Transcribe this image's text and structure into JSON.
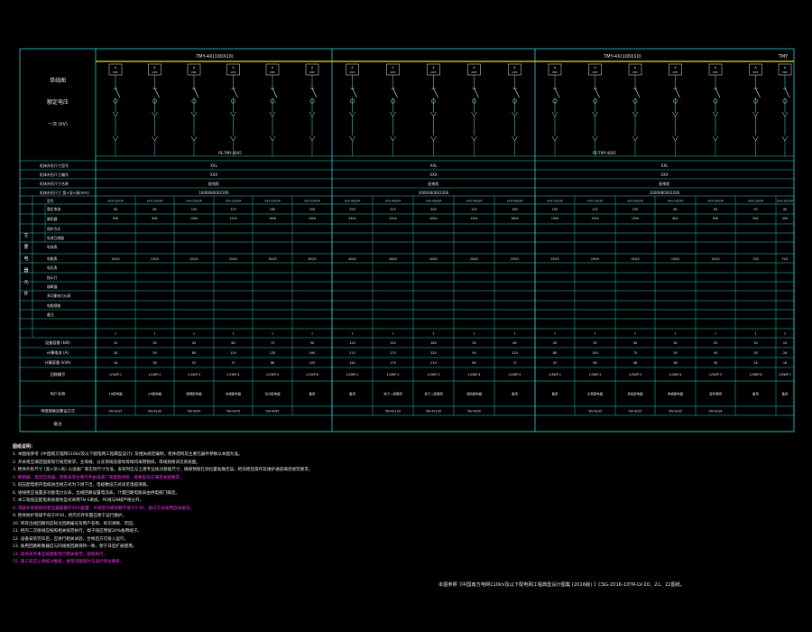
{
  "colors": {
    "frame": "#29d0cf",
    "text": "#e8e8e8",
    "magenta": "#ff33ff",
    "yellow": "#e6e600",
    "green": "#33cc33"
  },
  "header": {
    "left_labels": [
      "单线图",
      "额定电压",
      "一次 (kV)"
    ]
  },
  "bus_labels": {
    "bus1": "TMY-4X(100X10)",
    "bus2": "TMY-4X(100X10)",
    "bus_right": "TMY"
  },
  "bottom_bus_labels": [
    "PE-TMY-40X5",
    "PE-TMY-40X5"
  ],
  "section_info_rows": [
    {
      "label": "柜体外形尺寸型号",
      "values": [
        "XXL",
        "XXL",
        "XXL"
      ]
    },
    {
      "label": "柜体外形尺寸编号",
      "values": [
        "XXX",
        "XXX",
        "XXX"
      ]
    },
    {
      "label": "柜体外形尺寸名称",
      "values": [
        "配电柜",
        "配电柜",
        "配电柜"
      ]
    },
    {
      "label": "柜体外形尺寸  宽×深×高(mm)",
      "values": [
        "1000X800X2200",
        "1000X800X2200",
        "1000X800X2200"
      ]
    }
  ],
  "vertical_label": "主要电器元件",
  "sub_row_labels": [
    "型号",
    "整定电流",
    "脱扣器",
    "保护方式",
    "电流互感器",
    "电流表",
    "电能表",
    "电压表",
    "指示灯",
    "熔断器",
    "多功能电力仪表",
    "电缆规格",
    "备注"
  ],
  "breaker_models": [
    "XXX-250/3P",
    "XXX-250/3P",
    "XXX-250/3P",
    "XXX-250/3P",
    "XXX-250/3P",
    "XXX-250/3P",
    "XXX-400/3P",
    "XXX-400/3P",
    "XXX-400/3P",
    "XXX-400/3P",
    "XXX-400/3P",
    "XXX-100/3P",
    "XXX-100/3P",
    "XXX-100/3P",
    "XXX-100/3P",
    "XXX-100/3P",
    "XXX-100/3P",
    "XXX-100/3P"
  ],
  "currents": [
    "63",
    "80",
    "100",
    "125",
    "160",
    "200",
    "250",
    "315",
    "400",
    "125",
    "160",
    "100",
    "125",
    "100",
    "80",
    "63",
    "50",
    "40"
  ],
  "ct_ratios": [
    "100/5",
    "150/5",
    "200/5",
    "250/5",
    "300/5",
    "300/5",
    "400/5",
    "400/5",
    "400/5",
    "200/5",
    "250/5",
    "150/5",
    "200/5",
    "150/5",
    "100/5",
    "100/5",
    "75/5",
    "75/5"
  ],
  "summary_rows": [
    {
      "label": "设备容量 (kW)",
      "values": [
        "15",
        "30",
        "45",
        "60",
        "75",
        "90",
        "120",
        "150",
        "180",
        "50",
        "60",
        "45",
        "55",
        "40",
        "30",
        "25",
        "20",
        "15"
      ]
    },
    {
      "label": "计算电流 (A)",
      "values": [
        "28",
        "55",
        "80",
        "110",
        "135",
        "160",
        "215",
        "270",
        "320",
        "90",
        "110",
        "80",
        "100",
        "75",
        "55",
        "45",
        "35",
        "28"
      ]
    },
    {
      "label": "计算容量 (kVA)",
      "values": [
        "18",
        "36",
        "52",
        "72",
        "88",
        "105",
        "140",
        "175",
        "210",
        "60",
        "72",
        "52",
        "65",
        "48",
        "36",
        "30",
        "24",
        "18"
      ]
    },
    {
      "label": "回路编号",
      "values": [
        "1/1WP-1",
        "1/1WP-2",
        "1/1WP-3",
        "1/1WP-4",
        "1/1WP-5",
        "1/1WP-6",
        "1/2WP-1",
        "1/2WP-2",
        "1/2WP-3",
        "1/2WP-4",
        "1/2WP-5",
        "1/3WP-1",
        "1/3WP-2",
        "1/3WP-3",
        "1/3WP-4",
        "1/3WP-5",
        "1/3WP-6",
        "1/3WP-7"
      ]
    },
    {
      "label": "用户名称",
      "values": [
        "1#配电箱",
        "2#配电箱",
        "照明配电箱",
        "空调配电箱",
        "动力配电箱",
        "备用",
        "备用",
        "地下一层照明",
        "地下二层照明",
        "消防配电箱",
        "备用",
        "备用",
        "水泵配电箱",
        "风机配电箱",
        "电梯配电箱",
        "室外照明",
        "备用",
        "备用"
      ]
    },
    {
      "label": "电缆规格及敷设方式",
      "values": [
        "YJV-4x25",
        "YJV-4x35",
        "YJV-4x50",
        "YJV-4x70",
        "YJV-4x95",
        "",
        "",
        "YJV-4x120",
        "YJV-4x150",
        "YJV-4x50",
        "",
        "",
        "YJV-4x35",
        "YJV-4x25",
        "YJV-4x35",
        "YJV-4x16",
        "",
        ""
      ]
    }
  ],
  "remarks_label": "备注",
  "notes": {
    "title": "图纸说明：",
    "lines": [
      {
        "text": "1. 本图纸参考《中国南方电网110kV及以下配电网工程典型设计》及相关规范编制，柜体结构及主要元器件参数以本图为准。",
        "magenta": false
      },
      {
        "text": "2. 开关柜应满足国家现行规范要求，主母线、分支母线及接地母线均采用铜排，母线规格详见系统图。",
        "magenta": false
      },
      {
        "text": "3. 柜体外形尺寸 (宽×深×高) 以设备厂家实际尺寸为准，安装时应与土建专业核对基础尺寸，确保预留孔洞位置准确无误，柜前柜后操作及维护通道满足规范要求。",
        "magenta": false
      },
      {
        "text": "4. 断路器、电流互感器、电能表等主要元件由设备厂家配套供货，规格型号应满足本图要求。",
        "magenta": true
      },
      {
        "text": "5. 低压配电柜内电缆进出线方式为下进下出，电缆敷设方式详见电缆清册。",
        "magenta": false
      },
      {
        "text": "6. 进线柜应设置多功能电力仪表，出线回路设置电流表，计量回路电能表由供电部门确定。",
        "magenta": false
      },
      {
        "text": "7. 本工程低压配电系统接地型式采用TN-S系统，PE线与N线严格分开。",
        "magenta": false
      },
      {
        "text": "8. 电容补偿柜按照变压器容量的30%配置，补偿后功率因数不低于0.95，投切方式采用自动投切。",
        "magenta": true
      },
      {
        "text": "9. 柜体防护等级不低于IP30，柜内元件布置应便于运行维护。",
        "magenta": false
      },
      {
        "text": "10. 所有出线回路均应标注回路编号及用户名称，标识清晰、牢固。",
        "magenta": false
      },
      {
        "text": "11. 柜内二次接线应按照相关规范执行，端子排应预留20%备用端子。",
        "magenta": false
      },
      {
        "text": "12. 设备安装完毕后，应进行相关试验，合格后方可投入运行。",
        "magenta": false
      },
      {
        "text": "13. 备用回路断路器应与同规格回路保持一致，便于日后扩展使用。",
        "magenta": false
      },
      {
        "text": "14. 其他未尽事宜按国家现行相关规范、规程执行。",
        "magenta": true
      },
      {
        "text": "15. 施工前应认真核对图纸，发现问题及时与设计单位联系。",
        "magenta": true
      }
    ]
  },
  "reference": "本图参照《中国南方电网110kV及以下配电网工程典型设计图集 (2016版) 》CSG-2016-10TR-LV-20、21、22图纸。"
}
